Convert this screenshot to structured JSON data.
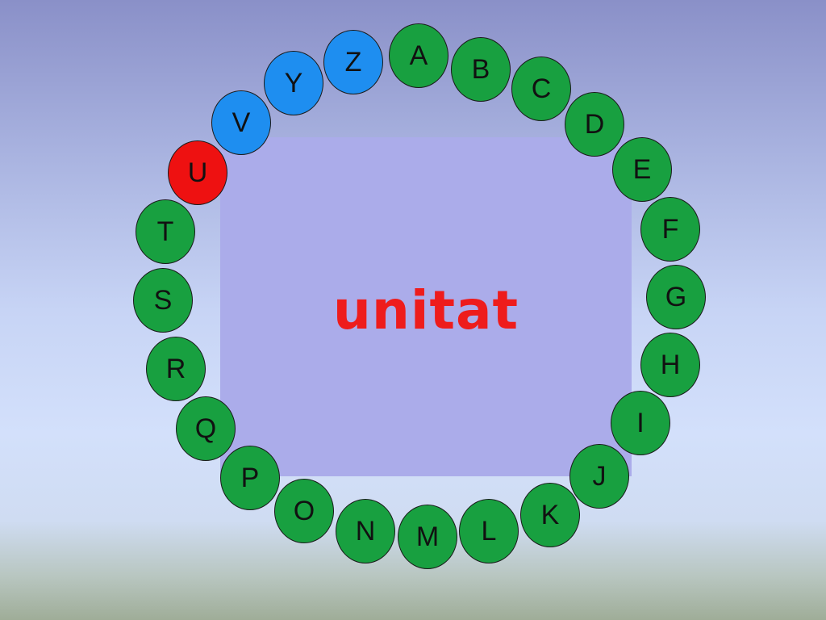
{
  "center_word": "unitat",
  "colors": {
    "default": "#18a040",
    "used": "#1e8ef0",
    "current": "#ee1111"
  },
  "letters": [
    {
      "char": "A",
      "state": "default"
    },
    {
      "char": "B",
      "state": "default"
    },
    {
      "char": "C",
      "state": "default"
    },
    {
      "char": "D",
      "state": "default"
    },
    {
      "char": "E",
      "state": "default"
    },
    {
      "char": "F",
      "state": "default"
    },
    {
      "char": "G",
      "state": "default"
    },
    {
      "char": "H",
      "state": "default"
    },
    {
      "char": "I",
      "state": "default"
    },
    {
      "char": "J",
      "state": "default"
    },
    {
      "char": "K",
      "state": "default"
    },
    {
      "char": "L",
      "state": "default"
    },
    {
      "char": "M",
      "state": "default"
    },
    {
      "char": "N",
      "state": "default"
    },
    {
      "char": "O",
      "state": "default"
    },
    {
      "char": "P",
      "state": "default"
    },
    {
      "char": "Q",
      "state": "default"
    },
    {
      "char": "R",
      "state": "default"
    },
    {
      "char": "S",
      "state": "default"
    },
    {
      "char": "T",
      "state": "default"
    },
    {
      "char": "U",
      "state": "current"
    },
    {
      "char": "V",
      "state": "used"
    },
    {
      "char": "Y",
      "state": "used"
    },
    {
      "char": "Z",
      "state": "used"
    }
  ]
}
